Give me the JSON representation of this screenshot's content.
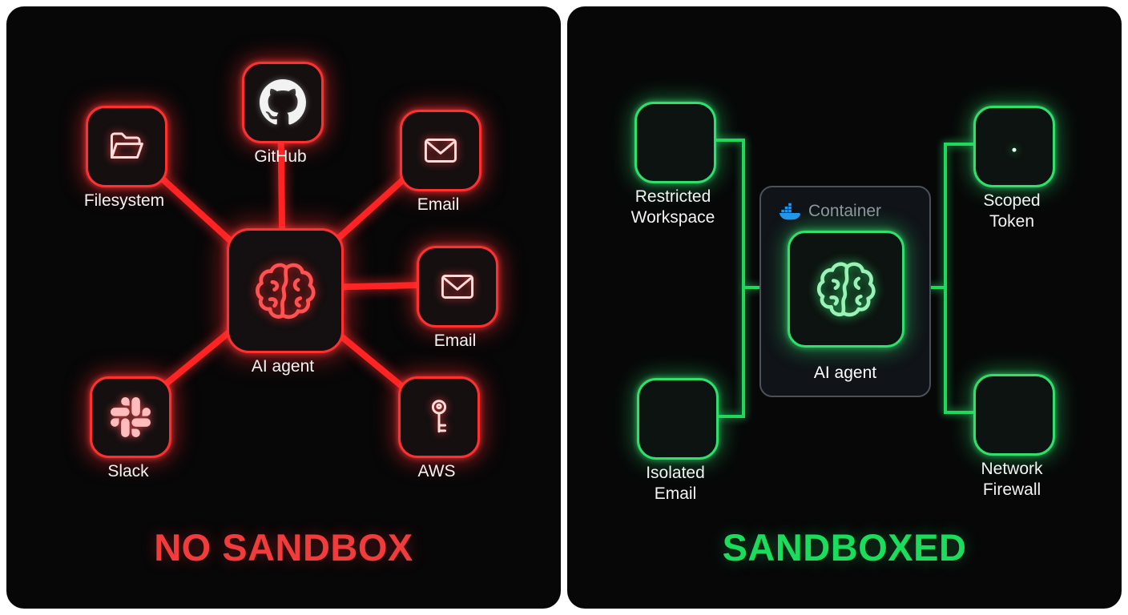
{
  "left": {
    "title": "NO SANDBOX",
    "agent_label": "AI agent",
    "nodes": [
      {
        "label": "Filesystem",
        "icon": "folder-icon"
      },
      {
        "label": "GitHub",
        "icon": "github-icon"
      },
      {
        "label": "Email",
        "icon": "envelope-icon"
      },
      {
        "label": "Email",
        "icon": "envelope-icon"
      },
      {
        "label": "Slack",
        "icon": "slack-icon"
      },
      {
        "label": "AWS",
        "icon": "key-icon"
      }
    ]
  },
  "right": {
    "title": "SANDBOXED",
    "container_label": "Container",
    "agent_label": "AI agent",
    "nodes": [
      {
        "label": "Restricted Workspace",
        "icon": "folder-icon"
      },
      {
        "label": "Scoped Token",
        "icon": "lock-icon"
      },
      {
        "label": "Isolated Email",
        "icon": "envelope-icon"
      },
      {
        "label": "Network Firewall",
        "icon": "shield-icon"
      }
    ]
  },
  "colors": {
    "red": "#ff3030",
    "green": "#2fe06a",
    "docker_blue": "#2396ed"
  }
}
